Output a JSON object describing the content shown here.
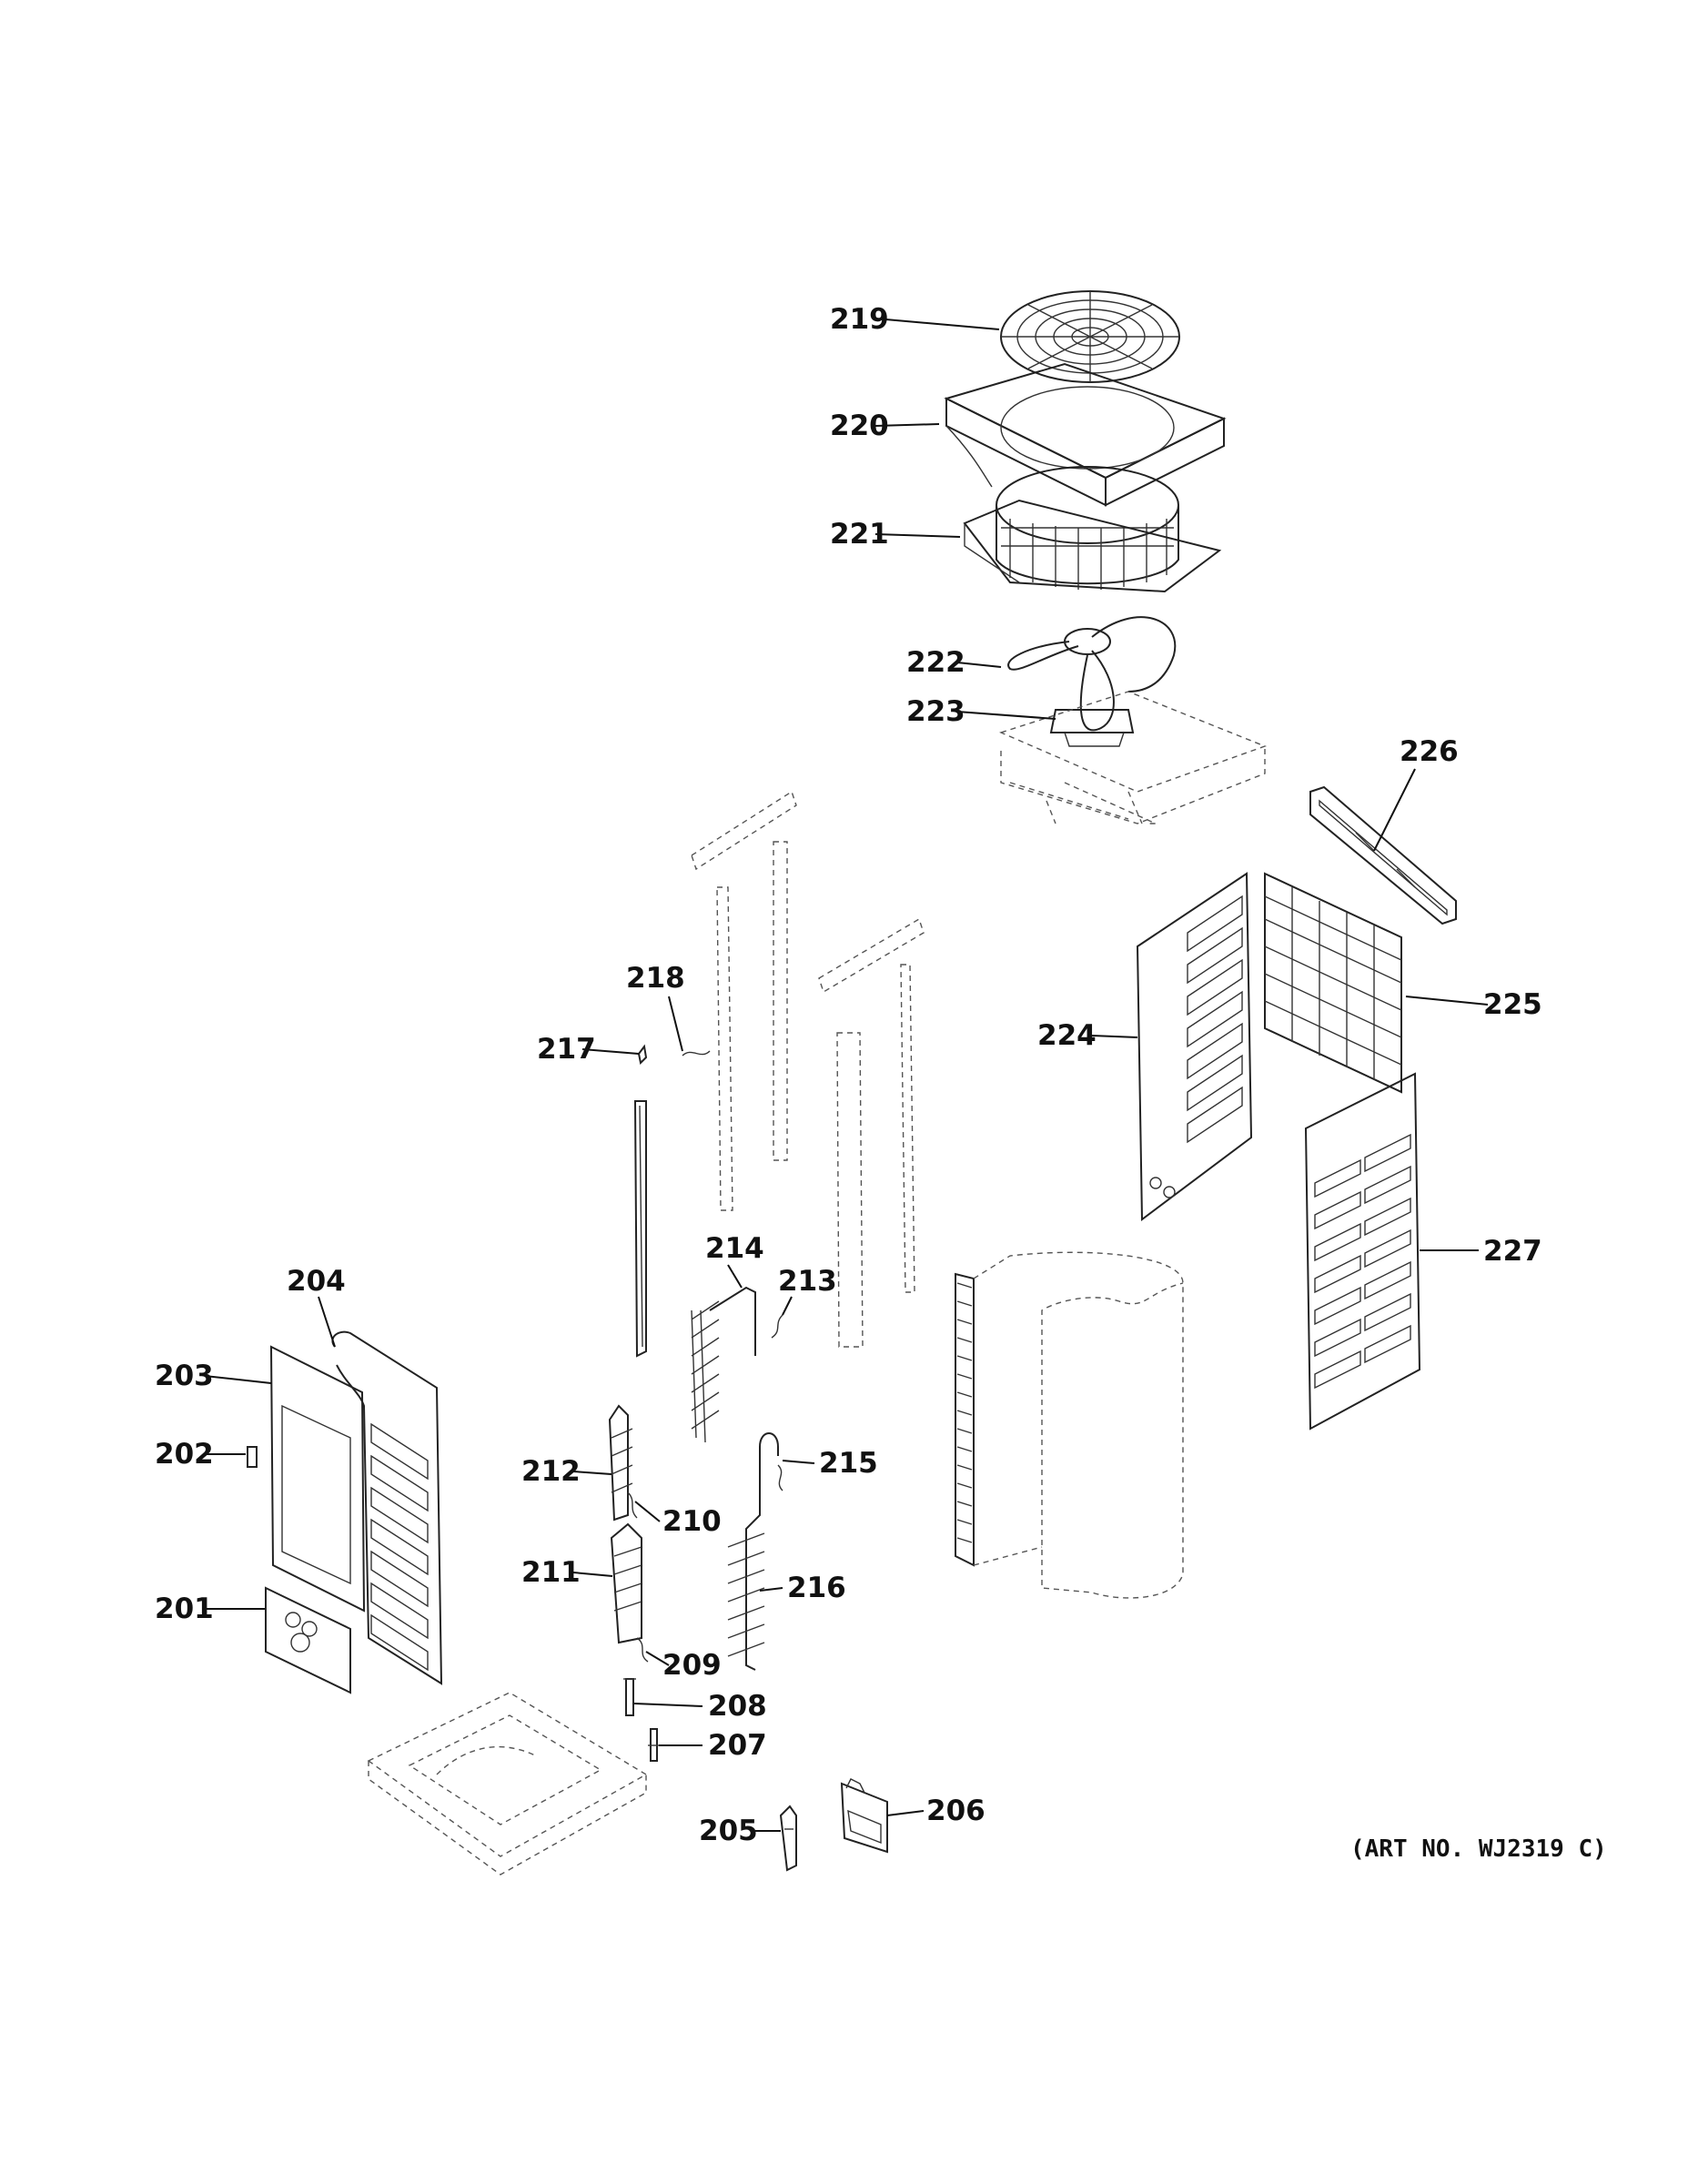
{
  "diagram": {
    "art_number": "(ART NO. WJ2319 C)",
    "callouts": [
      "201",
      "202",
      "203",
      "204",
      "205",
      "206",
      "207",
      "208",
      "209",
      "210",
      "211",
      "212",
      "213",
      "214",
      "215",
      "216",
      "217",
      "218",
      "219",
      "220",
      "221",
      "222",
      "223",
      "224",
      "225",
      "226",
      "227"
    ]
  }
}
